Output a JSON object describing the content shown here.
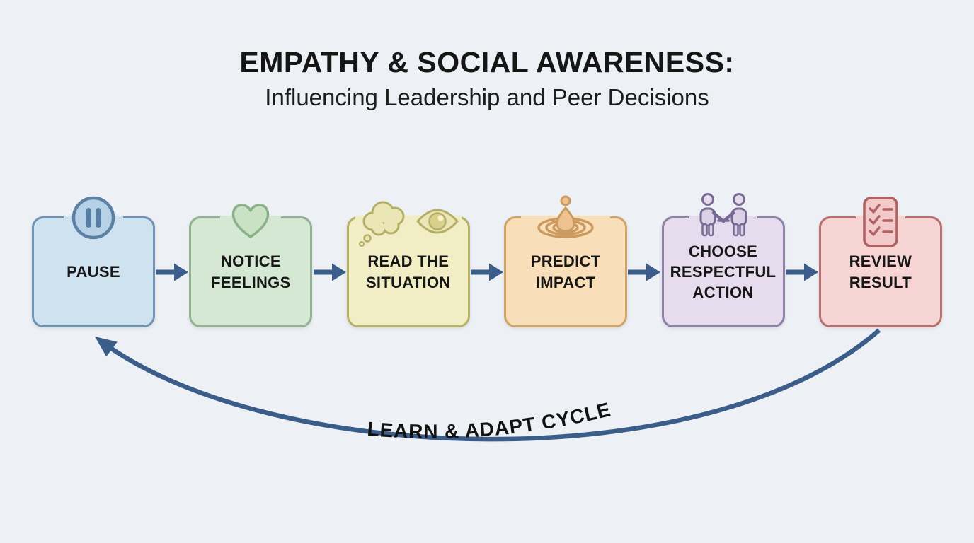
{
  "header": {
    "title": "EMPATHY & SOCIAL AWARENESS:",
    "subtitle": "Influencing Leadership and Peer Decisions"
  },
  "steps": [
    {
      "label": "PAUSE",
      "icon": "pause-icon",
      "fill": "#cfe2f0",
      "border": "#7093b1"
    },
    {
      "label": "NOTICE FEELINGS",
      "icon": "heart-icon",
      "fill": "#d5e8d3",
      "border": "#92b291"
    },
    {
      "label": "READ THE SITUATION",
      "icon": "thought-bubble-and-eye-icon",
      "fill": "#f1eec6",
      "border": "#b8b16a"
    },
    {
      "label": "PREDICT IMPACT",
      "icon": "droplet-ripple-icon",
      "fill": "#f8deb9",
      "border": "#d0a369"
    },
    {
      "label": "CHOOSE RESPECTFUL ACTION",
      "icon": "handshake-icon",
      "fill": "#e6dcee",
      "border": "#8d81a6"
    },
    {
      "label": "REVIEW RESULT",
      "icon": "checklist-icon",
      "fill": "#f7d5d4",
      "border": "#b96e6e"
    }
  ],
  "cycle": {
    "label": "LEARN & ADAPT CYCLE",
    "arrow_color": "#3b5d89"
  },
  "colors": {
    "background": "#edf0f4",
    "flow_arrow": "#3b5d89",
    "text": "#161616"
  }
}
